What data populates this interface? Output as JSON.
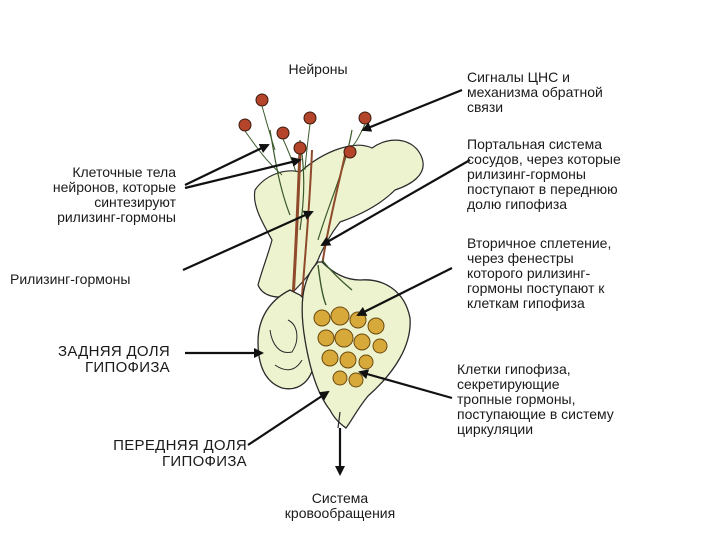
{
  "labels": {
    "neurons": "Нейроны",
    "cns_signals": [
      "Сигналы ЦНС и",
      "механизма обратной",
      "связи"
    ],
    "cell_bodies": [
      "Клеточные тела",
      "нейронов, которые",
      "синтезируют",
      "рилизинг-гормоны"
    ],
    "portal_system": [
      "Портальная система",
      "сосудов, через которые",
      "рилизинг-гормоны",
      "поступают в переднюю",
      "долю гипофиза"
    ],
    "releasing_hormones": "Рилизинг-гормоны",
    "secondary_plexus": [
      "Вторичное сплетение,",
      "через фенестры",
      "которого рилизинг-",
      "гормоны поступают к",
      "клеткам гипофиза"
    ],
    "posterior_lobe": [
      "ЗАДНЯЯ ДОЛЯ",
      "ГИПОФИЗА"
    ],
    "pituitary_cells": [
      "Клетки гипофиза,",
      "секретирующие",
      "тропные гормоны,",
      "поступающие в систему",
      "циркуляции"
    ],
    "anterior_lobe": [
      "ПЕРЕДНЯЯ ДОЛЯ",
      "ГИПОФИЗА"
    ],
    "circulation": [
      "Система",
      "кровообращения"
    ]
  },
  "colors": {
    "outline": "#2a2a2a",
    "tissue": "#eef3cf",
    "neuron_body": "#b5452a",
    "axon": "#8e4a2a",
    "gland_cell": "#d6a93a",
    "arrow": "#111111"
  }
}
